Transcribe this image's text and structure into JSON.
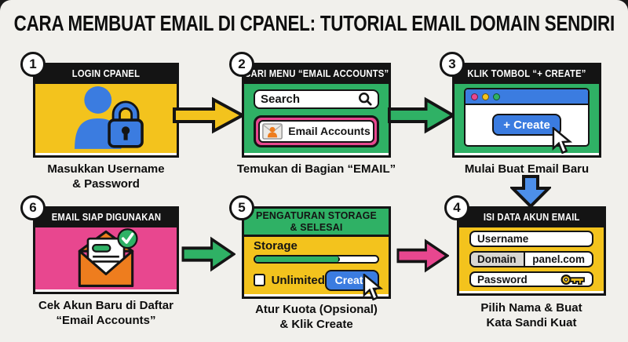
{
  "title": "CARA MEMBUAT EMAIL DI CPANEL: TUTORIAL EMAIL DOMAIN SENDIRI",
  "colors": {
    "ink": "#141414",
    "bg": "#F1F0EC",
    "yellow": "#F3C31D",
    "green": "#2FB165",
    "pink": "#E8478F",
    "blue": "#3B7CE0",
    "blue_arrow": "#4D8FE9",
    "orange": "#EE7D1E",
    "gray_field": "#D9D7D2"
  },
  "steps": [
    {
      "number": "1",
      "header": "LOGIN CPANEL",
      "caption": "Masukkan Username\n& Password"
    },
    {
      "number": "2",
      "header": "CARI MENU “EMAIL ACCOUNTS”",
      "caption": "Temukan di Bagian “EMAIL”"
    },
    {
      "number": "3",
      "header": "KLIK TOMBOL “+ CREATE”",
      "caption": "Mulai Buat Email Baru"
    },
    {
      "number": "4",
      "header": "ISI DATA AKUN EMAIL",
      "caption": "Pilih Nama & Buat\nKata Sandi Kuat"
    },
    {
      "number": "5",
      "header": "PENGATURAN STORAGE\n& SELESAI",
      "caption": "Atur Kuota (Opsional)\n& Klik Create"
    },
    {
      "number": "6",
      "header": "EMAIL SIAP DIGUNAKAN",
      "caption": "Cek Akun Baru di Daftar\n“Email Accounts”"
    }
  ],
  "widgets": {
    "search_placeholder": "Search",
    "email_accounts_label": "Email Accounts",
    "create_button": "+ Create",
    "username_field": "Username",
    "domain_field": "Domain",
    "domain_value": "panel.com",
    "password_field": "Password",
    "storage_label": "Storage",
    "unlimited_label": "Unlimited",
    "create_label": "Create",
    "storage_fill_pct": 68
  },
  "icons": [
    "user-lock-icon",
    "search-icon",
    "envelope-user-icon",
    "browser-dot-icons",
    "cursor-icon",
    "key-icon",
    "checkbox",
    "envelope-check-icon",
    "arrow-right",
    "arrow-down"
  ]
}
